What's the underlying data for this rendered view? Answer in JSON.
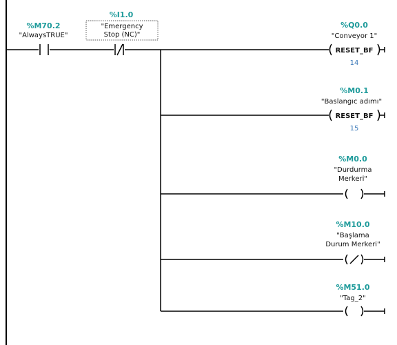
{
  "contacts": [
    {
      "address": "%M70.2",
      "symbol": "\"AlwaysTRUE\""
    },
    {
      "address": "%I1.0",
      "symbol_line1": "\"Emergency",
      "symbol_line2": "Stop (NC)\""
    }
  ],
  "coils": [
    {
      "address": "%Q0.0",
      "symbol_line1": "\"Conveyor 1\"",
      "symbol_line2": "",
      "instruction": "RESET_BF",
      "number": "14"
    },
    {
      "address": "%M0.1",
      "symbol_line1": "\"Baslangıc adımı\"",
      "symbol_line2": "",
      "instruction": "RESET_BF",
      "number": "15"
    },
    {
      "address": "%M0.0",
      "symbol_line1": "\"Durdurma",
      "symbol_line2": "Merkeri\""
    },
    {
      "address": "%M10.0",
      "symbol_line1": "\"Başlama",
      "symbol_line2": "Durum Merkeri\""
    },
    {
      "address": "%M51.0",
      "symbol_line1": "\"Tag_2\"",
      "symbol_line2": ""
    }
  ]
}
